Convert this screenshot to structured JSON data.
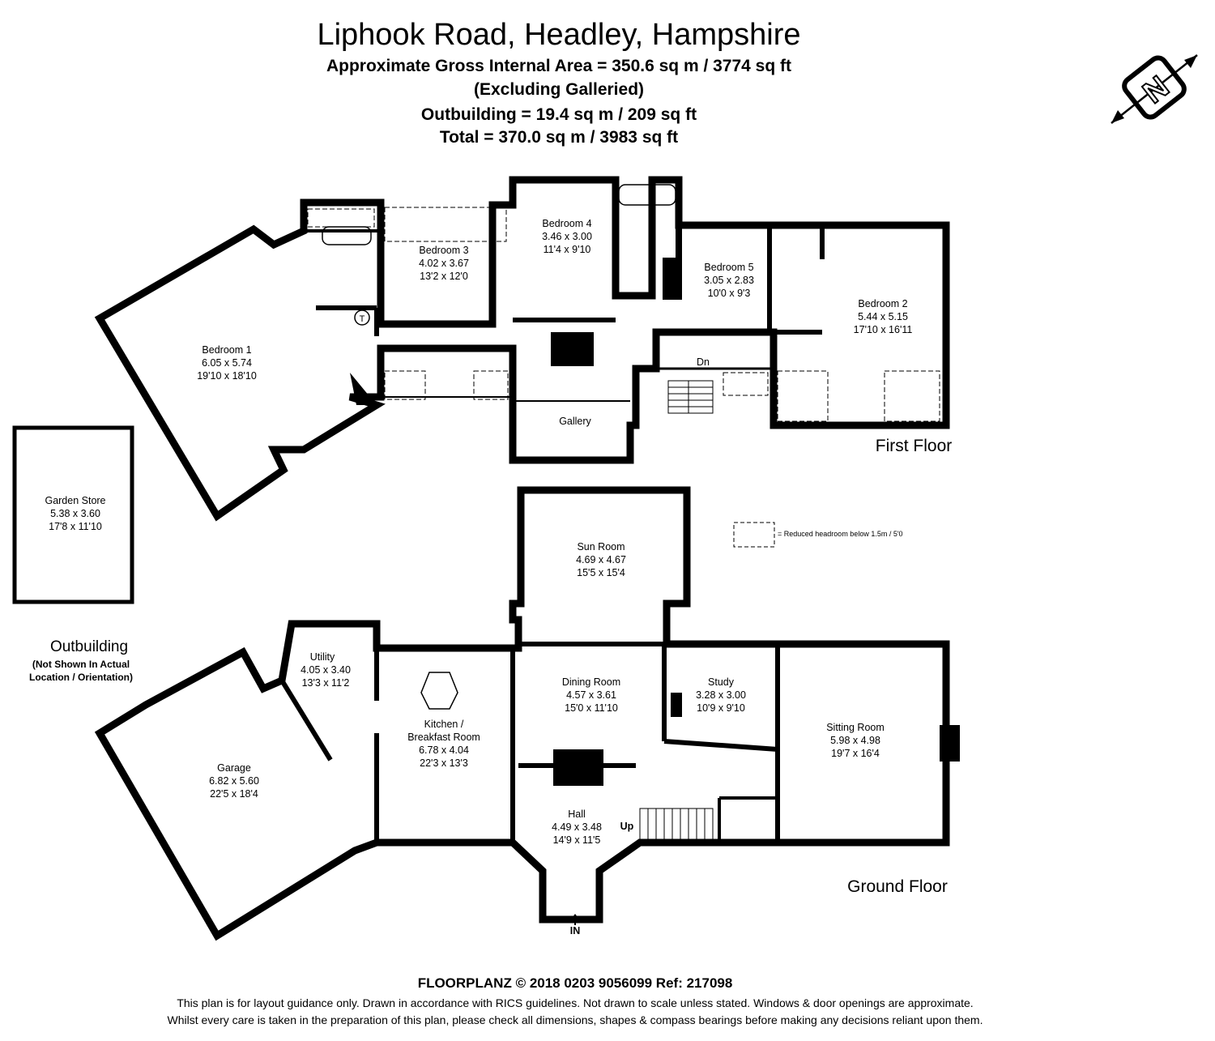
{
  "header": {
    "title": "Liphook Road, Headley, Hampshire",
    "gross_area": "Approximate Gross Internal Area = 350.6 sq m / 3774 sq ft",
    "excluding": "(Excluding Galleried)",
    "outbuilding_area": "Outbuilding = 19.4 sq m / 209 sq ft",
    "total_area": "Total = 370.0 sq m / 3983 sq ft"
  },
  "compass": {
    "label": "N",
    "icon": "north-arrow-icon"
  },
  "legend": {
    "text": "= Reduced headroom below 1.5m / 5'0"
  },
  "floors": {
    "first": "First Floor",
    "ground": "Ground Floor"
  },
  "outbuilding": {
    "title": "Outbuilding",
    "note_1": "(Not Shown In Actual",
    "note_2": "Location / Orientation)"
  },
  "rooms": {
    "bedroom1": {
      "name": "Bedroom 1",
      "metric": "6.05 x 5.74",
      "imperial": "19'10 x 18'10"
    },
    "bedroom3": {
      "name": "Bedroom 3",
      "metric": "4.02 x 3.67",
      "imperial": "13'2 x 12'0"
    },
    "bedroom4": {
      "name": "Bedroom 4",
      "metric": "3.46 x 3.00",
      "imperial": "11'4 x 9'10"
    },
    "bedroom5": {
      "name": "Bedroom 5",
      "metric": "3.05 x 2.83",
      "imperial": "10'0 x 9'3"
    },
    "bedroom2": {
      "name": "Bedroom 2",
      "metric": "5.44 x 5.15",
      "imperial": "17'10 x 16'11"
    },
    "gallery": {
      "name": "Gallery"
    },
    "garden_store": {
      "name": "Garden Store",
      "metric": "5.38 x 3.60",
      "imperial": "17'8 x 11'10"
    },
    "sun_room": {
      "name": "Sun Room",
      "metric": "4.69 x 4.67",
      "imperial": "15'5 x 15'4"
    },
    "utility": {
      "name": "Utility",
      "metric": "4.05 x 3.40",
      "imperial": "13'3 x 11'2"
    },
    "kitchen": {
      "name_1": "Kitchen /",
      "name_2": "Breakfast Room",
      "metric": "6.78 x 4.04",
      "imperial": "22'3 x 13'3"
    },
    "dining": {
      "name": "Dining Room",
      "metric": "4.57 x 3.61",
      "imperial": "15'0 x 11'10"
    },
    "study": {
      "name": "Study",
      "metric": "3.28 x 3.00",
      "imperial": "10'9 x 9'10"
    },
    "sitting": {
      "name": "Sitting Room",
      "metric": "5.98 x 4.98",
      "imperial": "19'7 x 16'4"
    },
    "garage": {
      "name": "Garage",
      "metric": "6.82 x 5.60",
      "imperial": "22'5 x 18'4"
    },
    "hall": {
      "name": "Hall",
      "metric": "4.49 x 3.48",
      "imperial": "14'9 x 11'5"
    }
  },
  "markers": {
    "down": "Dn",
    "up": "Up",
    "entrance": "IN",
    "tank": "T"
  },
  "footer": {
    "brand_line": "FLOORPLANZ © 2018     0203 9056099     Ref: 217098",
    "disclaimer_1": "This plan is for layout guidance only. Drawn in accordance with RICS guidelines. Not drawn to scale unless stated. Windows & door openings are approximate.",
    "disclaimer_2": "Whilst every care is taken in the preparation of this plan, please check all dimensions, shapes & compass bearings before making any decisions reliant upon them."
  }
}
